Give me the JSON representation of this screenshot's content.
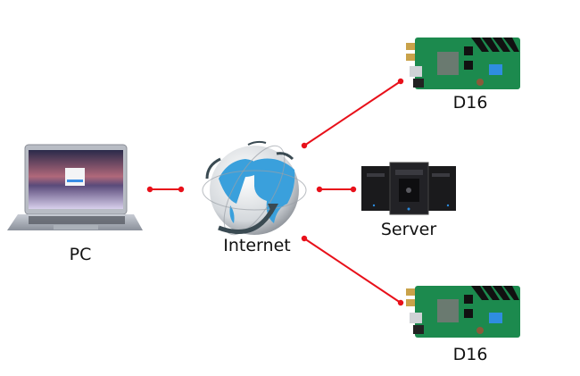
{
  "diagram": {
    "nodes": {
      "pc": {
        "label": "PC"
      },
      "internet": {
        "label": "Internet"
      },
      "server": {
        "label": "Server"
      },
      "d16_top": {
        "label": "D16"
      },
      "d16_bottom": {
        "label": "D16"
      }
    },
    "edges": [
      {
        "from": "pc",
        "to": "internet"
      },
      {
        "from": "internet",
        "to": "server"
      },
      {
        "from": "internet",
        "to": "d16_top"
      },
      {
        "from": "internet",
        "to": "d16_bottom"
      }
    ],
    "colors": {
      "link": "#e8101a",
      "board": "#1c8a4e",
      "board_badge": "#2f8de0",
      "globe_land": "#3aa0dc"
    }
  }
}
